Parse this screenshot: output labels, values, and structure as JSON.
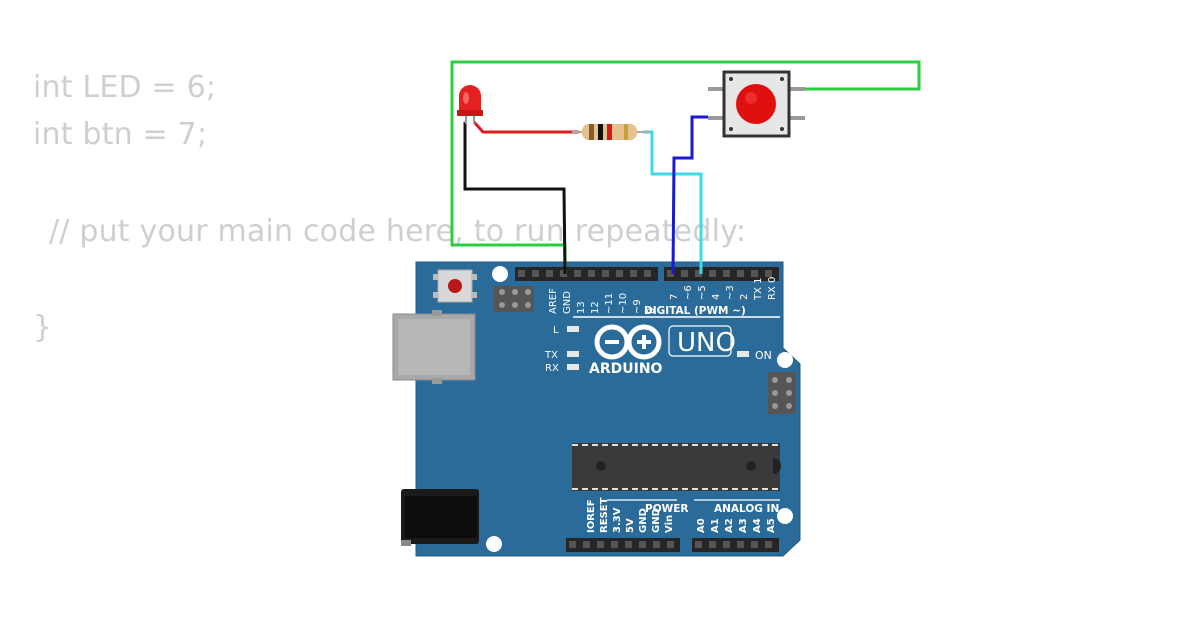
{
  "code": {
    "line1": "int LED = 6;",
    "line2": "int btn = 7;",
    "line3": "// put your main code here, to run repeatedly:",
    "line4": "}"
  },
  "board": {
    "model": "UNO",
    "brand": "ARDUINO",
    "digital_label": "DIGITAL (PWM ~)",
    "power_label": "POWER",
    "analog_label": "ANALOG IN",
    "led_l": "L",
    "led_tx": "TX",
    "led_rx": "RX",
    "on_label": "ON",
    "top_pins": [
      "AREF",
      "GND",
      "13",
      "12",
      "~11",
      "~10",
      "~9",
      "8"
    ],
    "top_pins_right": [
      "7",
      "~6",
      "~5",
      "4",
      "~3",
      "2",
      "TX 1",
      "RX 0"
    ],
    "power_pins": [
      "IOREF",
      "RESET",
      "3.3V",
      "5V",
      "GND",
      "GND",
      "Vin"
    ],
    "analog_pins": [
      "A0",
      "A1",
      "A2",
      "A3",
      "A4",
      "A5"
    ]
  },
  "colors": {
    "board": "#2a6b9a",
    "wire_green": "#2ecc40",
    "wire_red": "#e01b1b",
    "wire_black": "#111111",
    "wire_cyan": "#3fd8e8",
    "wire_blue": "#1a1ad0",
    "led": "#e52020",
    "button_cap": "#e01010"
  }
}
